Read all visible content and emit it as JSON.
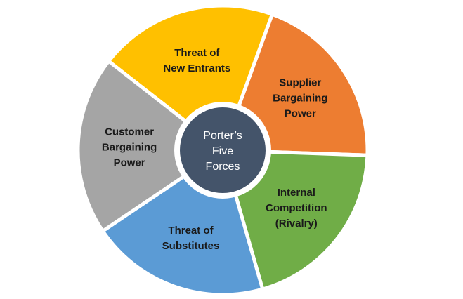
{
  "diagram": {
    "hub": {
      "lines": [
        "Porter’s",
        "Five",
        "Forces"
      ],
      "color": "#44546a"
    },
    "segments": [
      {
        "id": "new-entrants",
        "lines": [
          "Threat of",
          "New Entrants"
        ],
        "color": "#ffc000"
      },
      {
        "id": "supplier",
        "lines": [
          "Supplier",
          "Bargaining",
          "Power"
        ],
        "color": "#ed7d31"
      },
      {
        "id": "rivalry",
        "lines": [
          "Internal",
          "Competition",
          "(Rivalry)"
        ],
        "color": "#70ad47"
      },
      {
        "id": "substitutes",
        "lines": [
          "Threat of",
          "Substitutes"
        ],
        "color": "#5b9bd5"
      },
      {
        "id": "customer",
        "lines": [
          "Customer",
          "Bargaining",
          "Power"
        ],
        "color": "#a5a5a5"
      }
    ],
    "ring_color": "#ffffff"
  }
}
